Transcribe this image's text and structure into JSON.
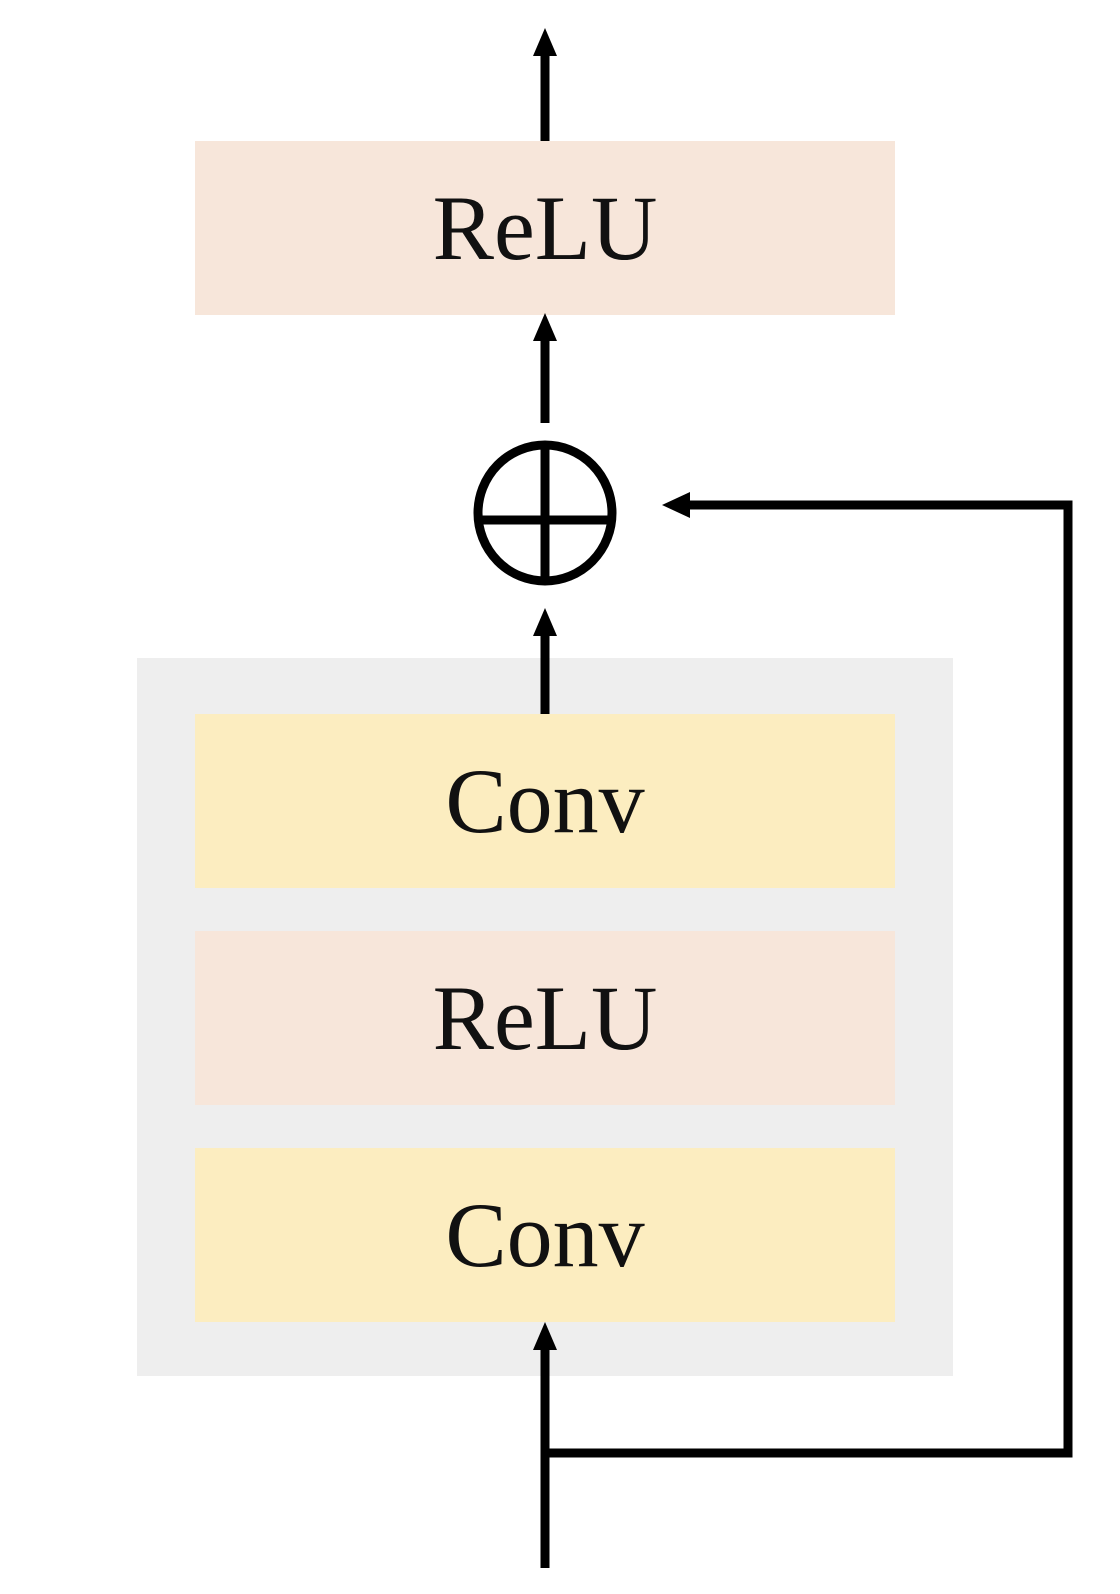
{
  "diagram": {
    "type": "residual-block",
    "output_activation": {
      "label": "ReLU",
      "color": "#f7e6da"
    },
    "add_operator": {
      "symbol": "⊕",
      "meaning": "element-wise addition"
    },
    "residual_branch": {
      "background_color": "#eeeeee",
      "layers": [
        {
          "label": "Conv",
          "color": "#fcedc0"
        },
        {
          "label": "ReLU",
          "color": "#f7e6da"
        },
        {
          "label": "Conv",
          "color": "#fcedc0"
        }
      ]
    },
    "skip_connection": true,
    "line_color": "#000000"
  }
}
